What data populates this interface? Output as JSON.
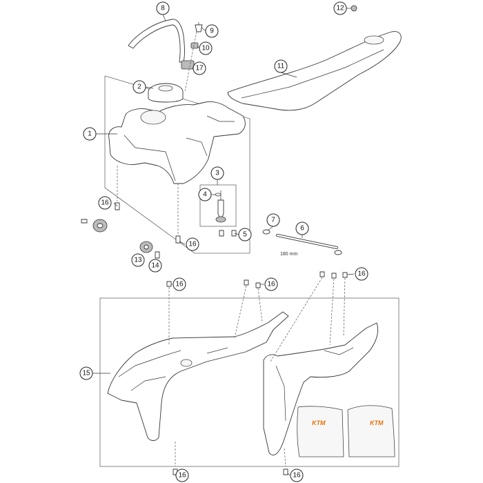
{
  "diagram": {
    "callouts": [
      {
        "id": "c1",
        "label": "1"
      },
      {
        "id": "c2",
        "label": "2"
      },
      {
        "id": "c3",
        "label": "3"
      },
      {
        "id": "c4",
        "label": "4"
      },
      {
        "id": "c5",
        "label": "5"
      },
      {
        "id": "c6",
        "label": "6"
      },
      {
        "id": "c7",
        "label": "7"
      },
      {
        "id": "c8",
        "label": "8"
      },
      {
        "id": "c9",
        "label": "9"
      },
      {
        "id": "c10",
        "label": "10"
      },
      {
        "id": "c11",
        "label": "11"
      },
      {
        "id": "c12",
        "label": "12"
      },
      {
        "id": "c13",
        "label": "13"
      },
      {
        "id": "c14",
        "label": "14"
      },
      {
        "id": "c15",
        "label": "15"
      },
      {
        "id": "c16a",
        "label": "16"
      },
      {
        "id": "c16b",
        "label": "16"
      },
      {
        "id": "c16c",
        "label": "16"
      },
      {
        "id": "c16d",
        "label": "16"
      },
      {
        "id": "c16e",
        "label": "16"
      },
      {
        "id": "c16f",
        "label": "16"
      },
      {
        "id": "c16g",
        "label": "16"
      },
      {
        "id": "c17",
        "label": "17"
      }
    ],
    "hose_length_note": "180 mm",
    "logo_left": "KTM",
    "logo_right": "KTM"
  }
}
